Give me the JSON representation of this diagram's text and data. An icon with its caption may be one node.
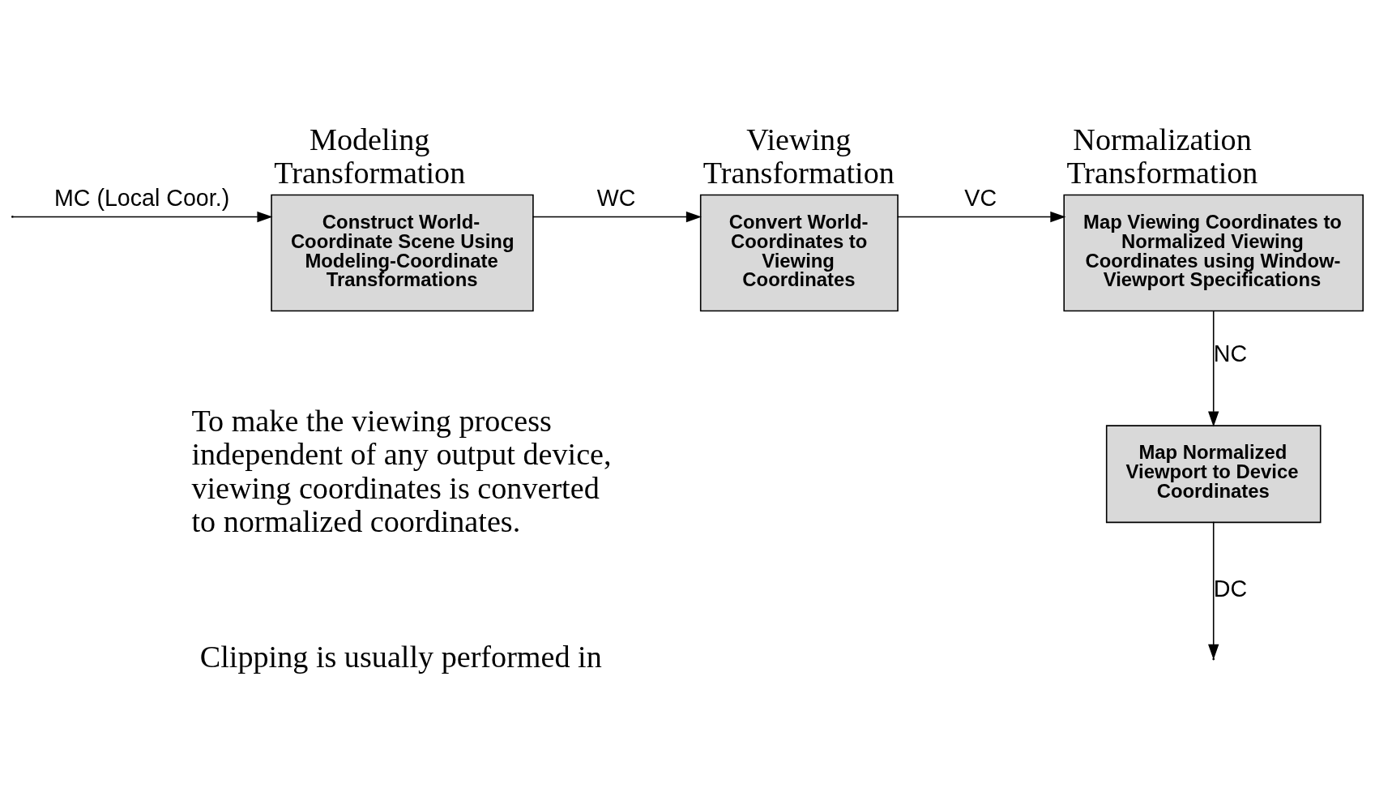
{
  "diagram": {
    "nodes": [
      {
        "text": [
          "Modeling Transformation",
          "Construct World-Coordinate Scene Using Modeling-Coordinate Transformations"
        ]
      },
      {
        "text": [
          "Viewing Transformation",
          "Convert World-Coordinates to Viewing Coordinates"
        ]
      },
      {
        "text": [
          "Normalization Transformation",
          "Map Viewing Coordinates to Normalized Viewing Coordinates using Window-Viewport Specifications"
        ]
      },
      {
        "text": [
          "Map Normalized Viewport to Device Coordinates"
        ]
      }
    ],
    "edges": [
      {
        "from": null,
        "to": 0,
        "arrow": "to",
        "label": "MC (Local Coor.)"
      },
      {
        "from": 0,
        "to": 1,
        "arrow": "to",
        "label": "WC"
      },
      {
        "from": 1,
        "to": 2,
        "arrow": "to",
        "label": "VC"
      },
      {
        "from": 2,
        "to": 3,
        "arrow": "to",
        "label": "NC"
      },
      {
        "from": 3,
        "to": null,
        "arrow": "to",
        "label": "DC"
      }
    ],
    "labels": [
      "To make the viewing process independent of any output device, viewing coordinates is converted to normalized coordinates.",
      "Clipping is usually performed in"
    ]
  }
}
